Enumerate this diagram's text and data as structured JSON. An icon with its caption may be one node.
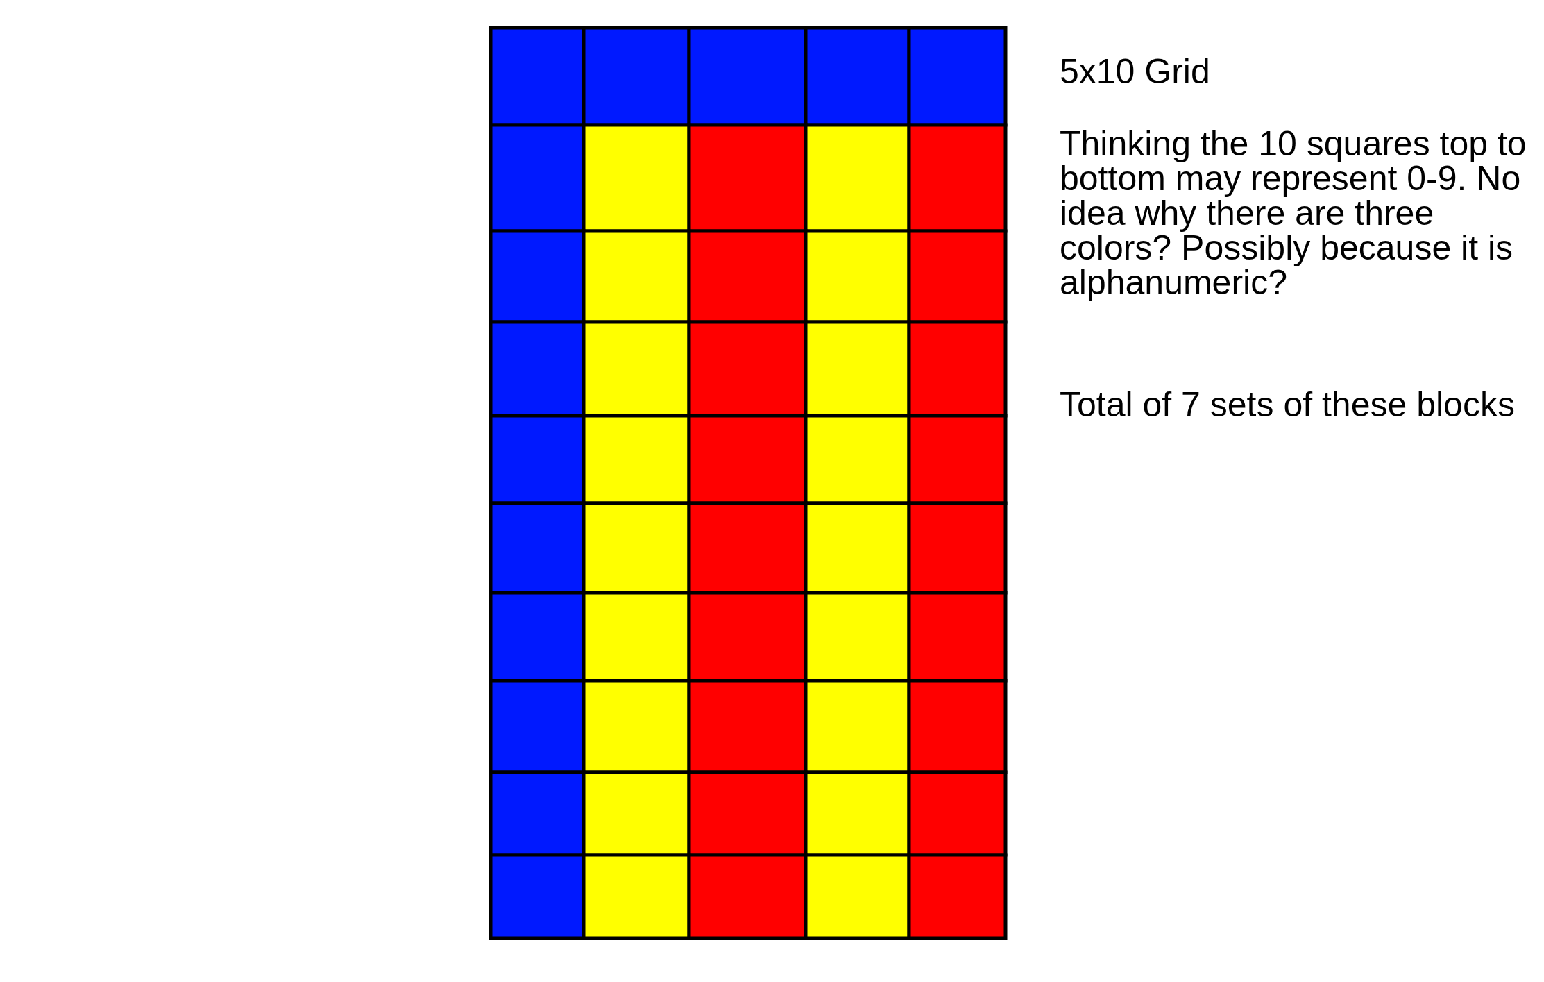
{
  "diagram": {
    "labels": [
      "5x10 Grid",
      "Thinking the 10 squares top to bottom may represent 0-9. No idea why there are three colors? Possibly because it is alphanumeric?",
      "Total of 7 sets of these blocks"
    ]
  }
}
